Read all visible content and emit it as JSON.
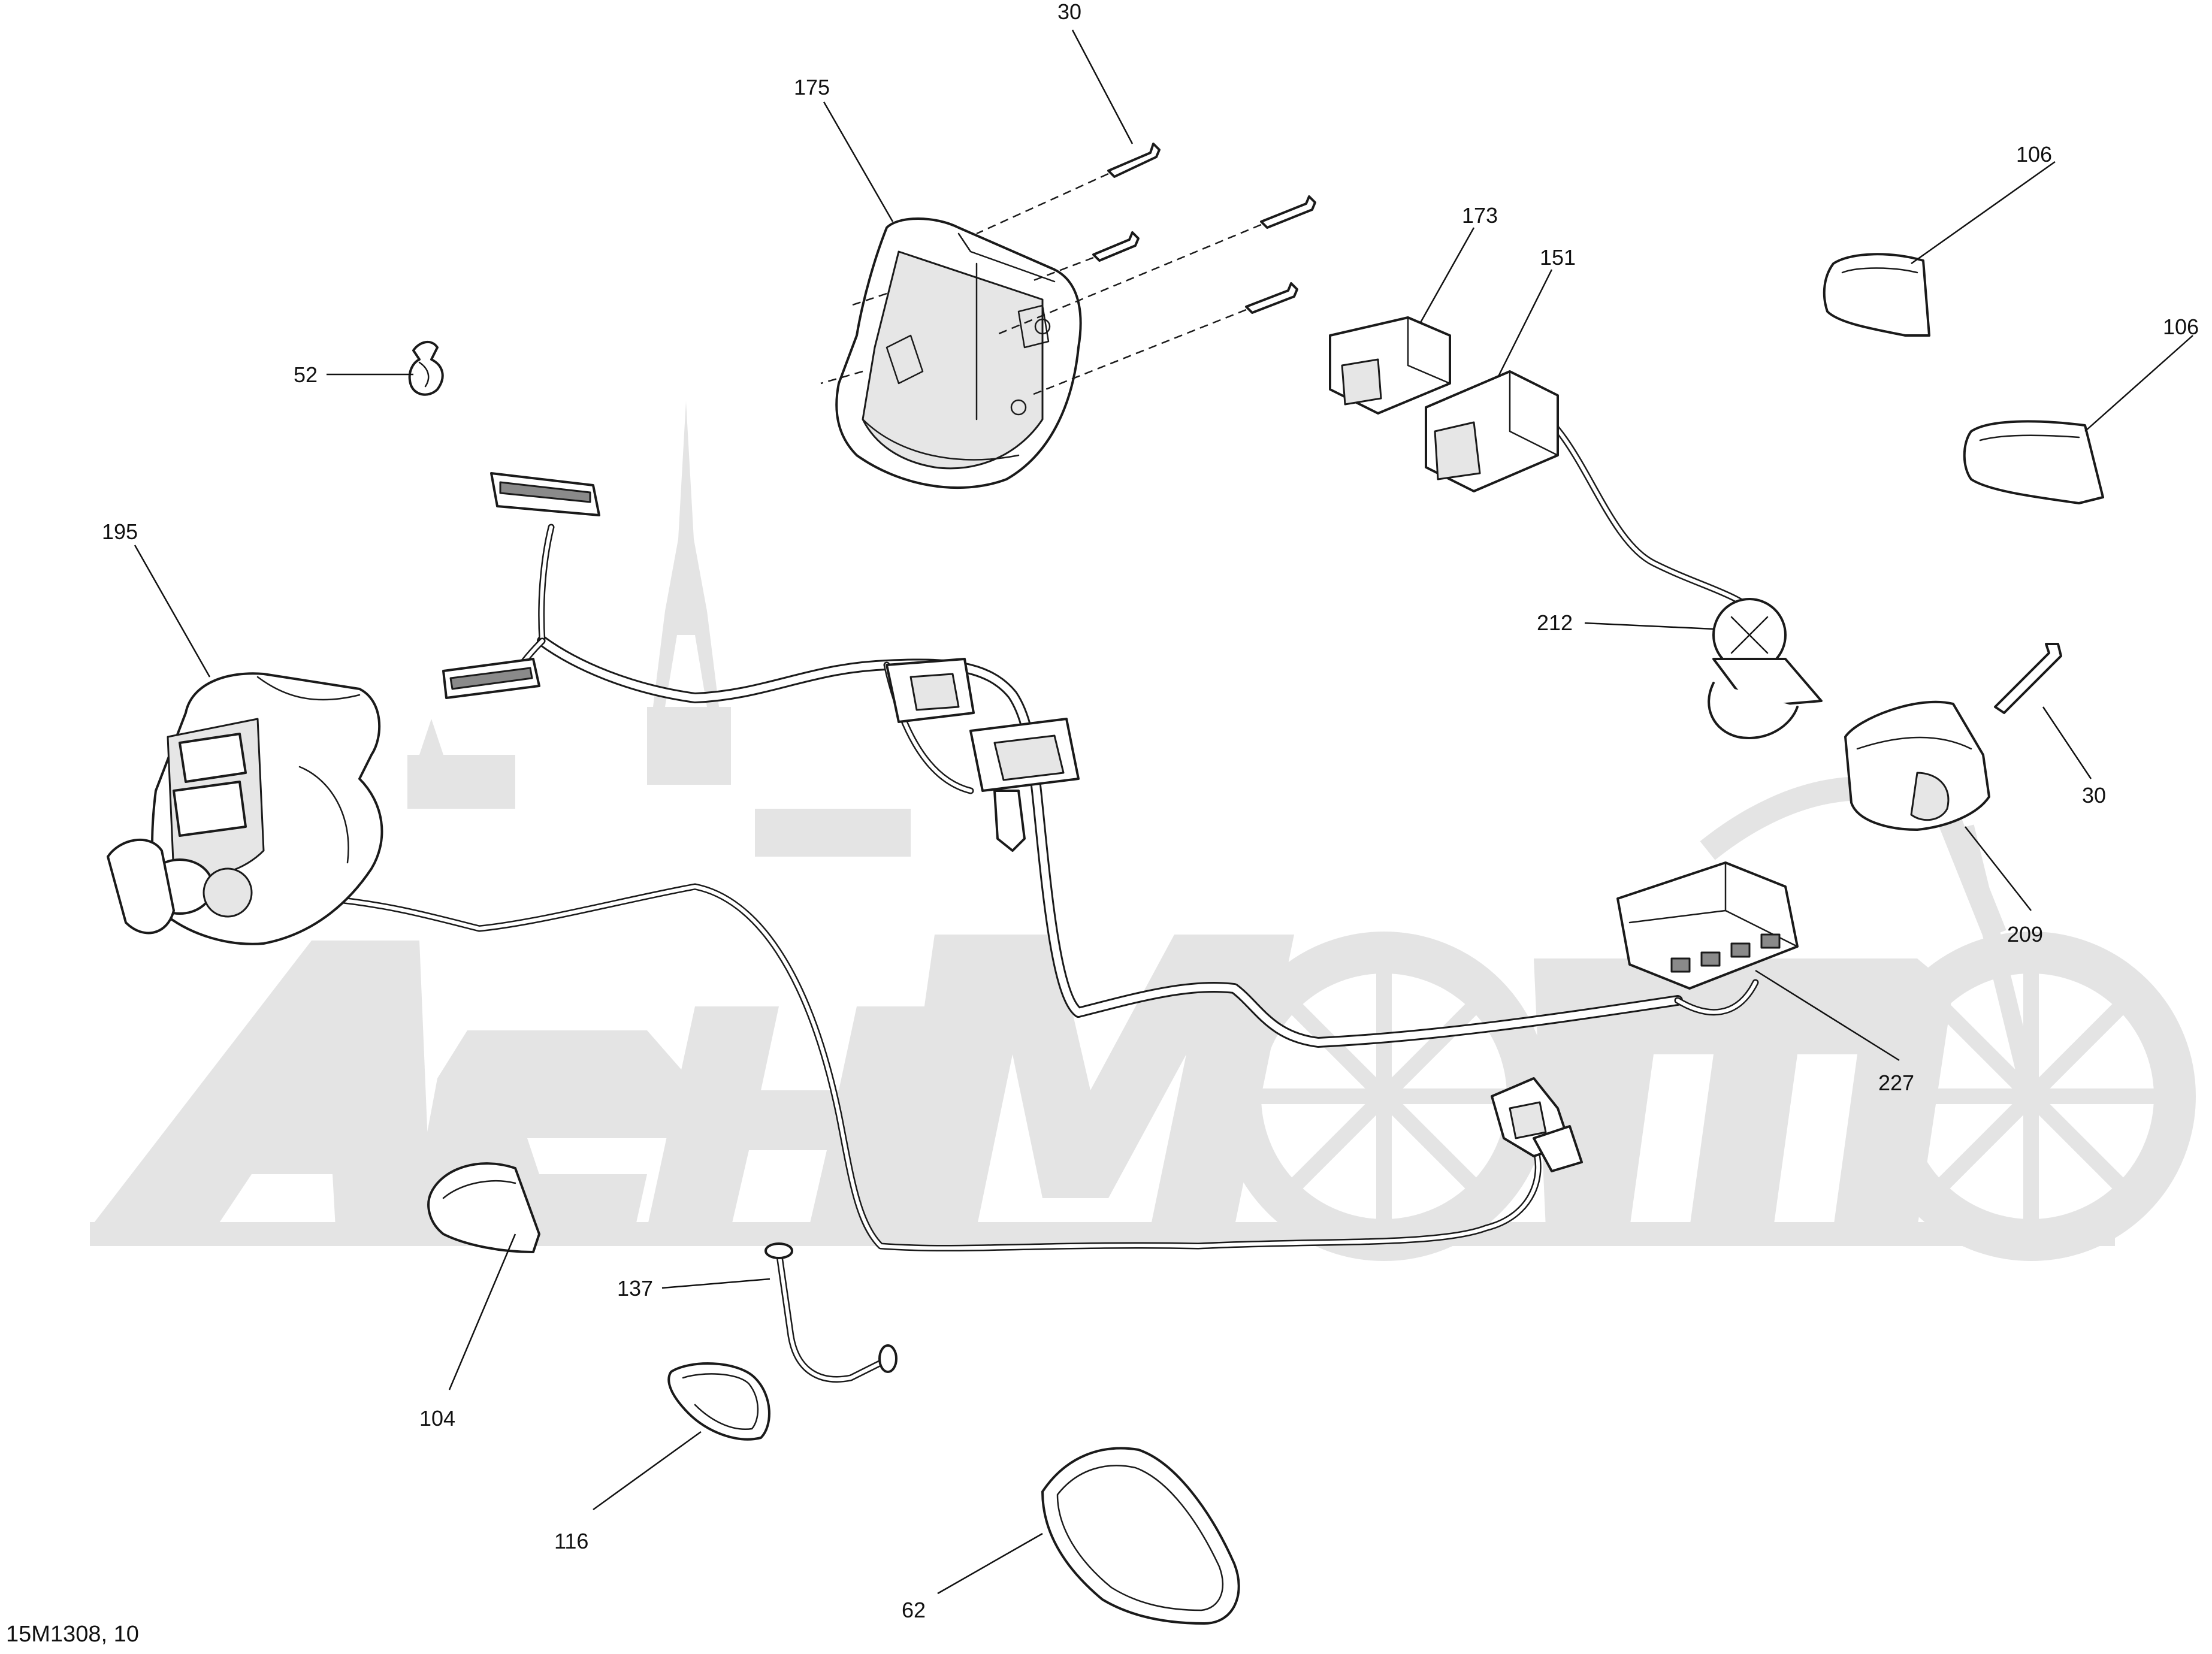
{
  "diagram": {
    "reference": "15M1308, 10",
    "callouts": [
      {
        "id": "c30a",
        "label": "30"
      },
      {
        "id": "c175",
        "label": "175"
      },
      {
        "id": "c173",
        "label": "173"
      },
      {
        "id": "c151",
        "label": "151"
      },
      {
        "id": "c106a",
        "label": "106"
      },
      {
        "id": "c106b",
        "label": "106"
      },
      {
        "id": "c52",
        "label": "52"
      },
      {
        "id": "c195",
        "label": "195"
      },
      {
        "id": "c212",
        "label": "212"
      },
      {
        "id": "c30b",
        "label": "30"
      },
      {
        "id": "c209",
        "label": "209"
      },
      {
        "id": "c227",
        "label": "227"
      },
      {
        "id": "c137",
        "label": "137"
      },
      {
        "id": "c104",
        "label": "104"
      },
      {
        "id": "c116",
        "label": "116"
      },
      {
        "id": "c62",
        "label": "62"
      }
    ]
  },
  "watermark": {
    "text": "AeHMoto",
    "color": "#e4e4e4"
  }
}
